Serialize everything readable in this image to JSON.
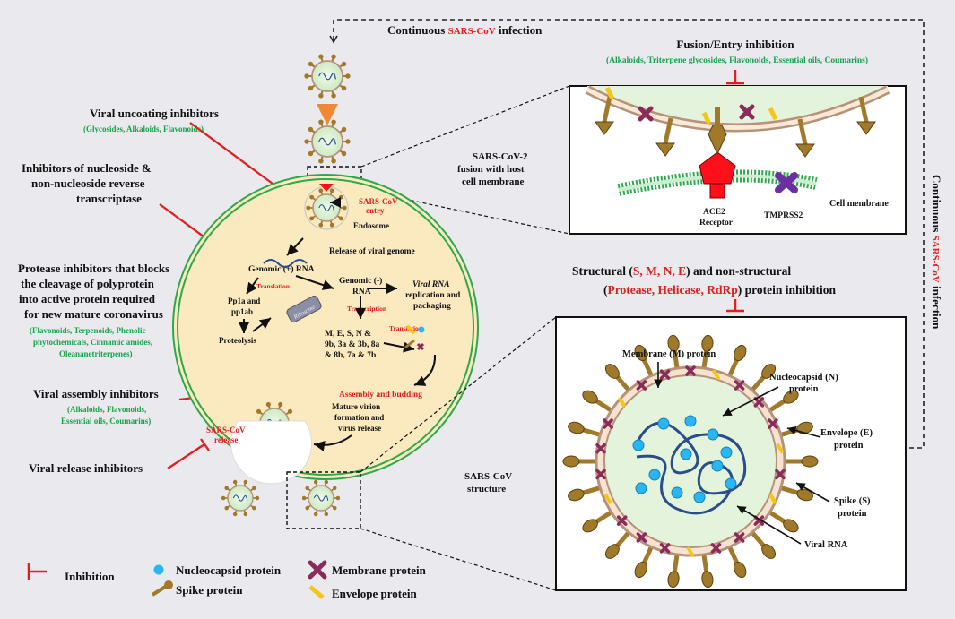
{
  "top": {
    "continuous_prefix": "Continuous",
    "continuous_virus": "SARS-CoV",
    "continuous_suffix": "infection",
    "side_prefix": "Continuous",
    "side_virus": "SARS-CoV",
    "side_suffix": "infection"
  },
  "fusion": {
    "title": "Fusion/Entry inhibition",
    "compounds": "(Alkaloids, Triterpene glycosides, Flavonoids, Essential oils, Coumarins)",
    "caption_line1": "SARS-CoV-2",
    "caption_line2": "fusion with host",
    "caption_line3": "cell membrane",
    "ace2_line1": "ACE2",
    "ace2_line2": "Receptor",
    "tmprss2": "TMPRSS2",
    "cell_membrane": "Cell membrane"
  },
  "inhibitors": {
    "uncoating_title": "Viral uncoating inhibitors",
    "uncoating_compounds": "(Glycosides, Alkaloids, Flavonoids)",
    "rt_line1": "Inhibitors of nucleoside &",
    "rt_line2": "non-nucleoside reverse",
    "rt_line3": "transcriptase",
    "protease_line1": "Protease inhibitors that blocks",
    "protease_line2": "the cleavage of polyprotein",
    "protease_line3": "into active protein required",
    "protease_line4": "for new mature coronavirus",
    "protease_comp1": "(Flavonoids, Terpenoids, Phenolic",
    "protease_comp2": "phytochemicals, Cinnamic amides,",
    "protease_comp3": "Oleananetriterpenes)",
    "assembly_title": "Viral assembly inhibitors",
    "assembly_comp1": "(Alkaloids, Flavonoids,",
    "assembly_comp2": "Essential oils, Coumarins)",
    "release_title": "Viral release inhibitors"
  },
  "cell": {
    "entry_line1": "SARS-CoV",
    "entry_line2": "entry",
    "endosome": "Endosome",
    "release_genome": "Release of viral genome",
    "genomic_plus": "Genomic (+) RNA",
    "translation": "Translation",
    "pp_line1": "Pp1a and",
    "pp_line2": "pp1ab",
    "ribosome": "Ribosome",
    "proteolysis": "Proteolysis",
    "genomic_minus_line1": "Genomic (-)",
    "genomic_minus_line2": "RNA",
    "transcription": "Transcription",
    "replication_line1": "Viral RNA",
    "replication_line2": "replication and",
    "replication_line3": "packaging",
    "proteins_line1": "M, E, S, N &",
    "proteins_line2": "9b, 3a & 3b, 8a",
    "proteins_line3": "& 8b, 7a & 7b",
    "translation2": "Translation",
    "assembly": "Assembly and budding",
    "mature_line1": "Mature virion",
    "mature_line2": "formation and",
    "mature_line3": "virus release",
    "release_line1": "SARS-CoV",
    "release_line2": "release"
  },
  "structural": {
    "title_prefix": "Structural (",
    "title_proteins": "S, M, N, E",
    "title_mid": ") and non-structural",
    "line2_open": "(",
    "line2_proteins": "Protease, Helicase, RdRp",
    "line2_close": ") protein inhibition",
    "membrane_label": "Membrane  (M)  protein",
    "nucleocapsid_line1": "Nucleocapsid  (N)",
    "nucleocapsid_line2": "protein",
    "envelope_line1": "Envelope  (E)",
    "envelope_line2": "protein",
    "spike_line1": "Spike (S)",
    "spike_line2": "protein",
    "viral_rna": "Viral RNA",
    "structure_line1": "SARS-CoV",
    "structure_line2": "structure"
  },
  "legend": {
    "inhibition": "Inhibition",
    "nucleocapsid": "Nucleocapsid protein",
    "membrane": "Membrane protein",
    "spike": "Spike protein",
    "envelope": "Envelope protein"
  },
  "colors": {
    "inhibition_red": "#e0201e",
    "compound_green": "#16a34a",
    "cell_fill": "#fbe9bf",
    "spike_brown": "#a07a2a",
    "nucleocapsid_blue": "#29b6f6",
    "envelope_yellow": "#f5c518",
    "flow_orange": "#ee8a33"
  }
}
